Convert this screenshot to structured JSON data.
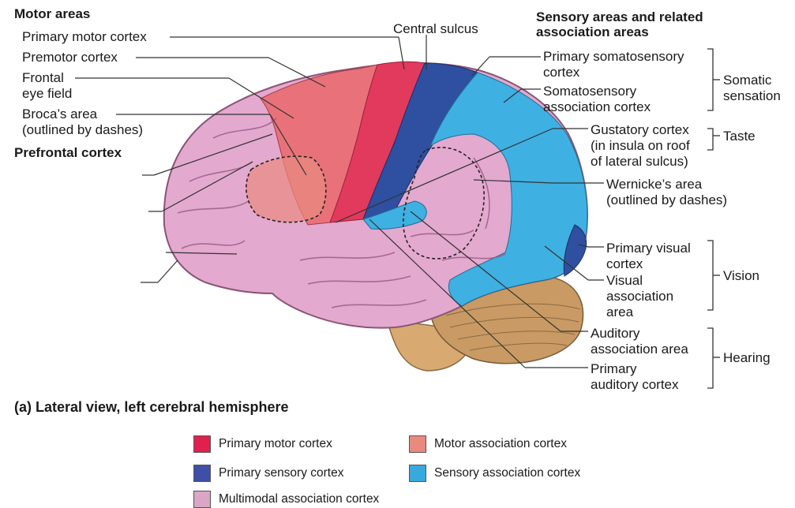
{
  "headings": {
    "motor": "Motor areas",
    "sensory": "Sensory areas and related\nassociation areas",
    "prefrontal": "Prefrontal cortex"
  },
  "labels": {
    "primary_motor": "Primary motor cortex",
    "premotor": "Premotor cortex",
    "frontal_eye": "Frontal\neye field",
    "broca": "Broca’s area\n(outlined by dashes)",
    "central_sulcus": "Central sulcus",
    "primary_somatosensory": "Primary somatosensory\ncortex",
    "somatosensory_assoc": "Somatosensory\nassociation cortex",
    "gustatory": "Gustatory cortex\n(in insula on roof\nof lateral sulcus)",
    "wernicke": "Wernicke’s area\n(outlined by dashes)",
    "primary_visual": "Primary visual\ncortex",
    "visual_assoc": "Visual\nassociation\narea",
    "auditory_assoc": "Auditory\nassociation area",
    "primary_auditory": "Primary\nauditory cortex"
  },
  "groups": {
    "somatic": "Somatic\nsensation",
    "taste": "Taste",
    "vision": "Vision",
    "hearing": "Hearing"
  },
  "caption": "(a) Lateral view, left cerebral hemisphere",
  "legend": [
    {
      "label": "Primary motor cortex",
      "color": "#e0204e"
    },
    {
      "label": "Motor association cortex",
      "color": "#e88a80"
    },
    {
      "label": "Primary sensory cortex",
      "color": "#3e4fa8"
    },
    {
      "label": "Sensory association cortex",
      "color": "#39a8dc"
    },
    {
      "label": "Multimodal association cortex",
      "color": "#d9a6c6"
    }
  ],
  "colors": {
    "multimodal": "#e3a9cf",
    "primary_motor": "#e23a5c",
    "premotor": "#e9727a",
    "primary_sensory": "#2f4fa0",
    "sensory_assoc": "#3fb0e2",
    "cerebellum": "#c99a63",
    "stem": "#d8aa72"
  }
}
